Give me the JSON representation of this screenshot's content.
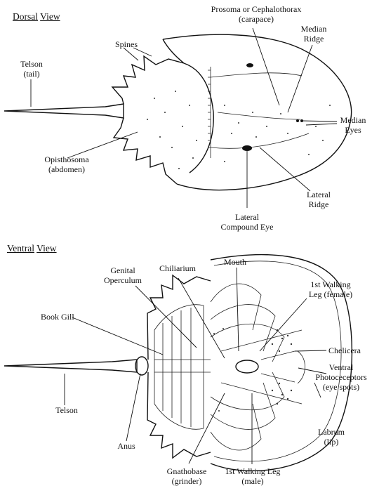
{
  "dorsal": {
    "heading": {
      "word1": "Dorsal",
      "word2": "View"
    },
    "labels": {
      "prosoma_l1": "Prosoma or Cephalothorax",
      "prosoma_l2": "(carapace)",
      "spines": "Spines",
      "median_ridge_l1": "Median",
      "median_ridge_l2": "Ridge",
      "telson_l1": "Telson",
      "telson_l2": "(tail)",
      "median_eyes_l1": "Median",
      "median_eyes_l2": "Eyes",
      "opisthosoma_l1": "Opisthosoma",
      "opisthosoma_l2": "(abdomen)",
      "lateral_ridge_l1": "Lateral",
      "lateral_ridge_l2": "Ridge",
      "lateral_eye_l1": "Lateral",
      "lateral_eye_l2": "Compound Eye"
    }
  },
  "ventral": {
    "heading": {
      "word1": "Ventral",
      "word2": "View"
    },
    "labels": {
      "genital_l1": "Genital",
      "genital_l2": "Operculum",
      "chiliarium": "Chiliarium",
      "mouth": "Mouth",
      "walking_female_l1": "1st Walking",
      "walking_female_l2": "Leg (female)",
      "book_gill": "Book Gill",
      "chelicera": "Chelicera",
      "photo_l1": "Ventral",
      "photo_l2": "Photoceceptors",
      "photo_l3": "(eye spots)",
      "telson": "Telson",
      "labrum_l1": "Labrum",
      "labrum_l2": "(lip)",
      "anus": "Anus",
      "gnathobase_l1": "Gnathobase",
      "gnathobase_l2": "(grinder)",
      "walking_male_l1": "1st Walking Leg",
      "walking_male_l2": "(male)"
    }
  }
}
